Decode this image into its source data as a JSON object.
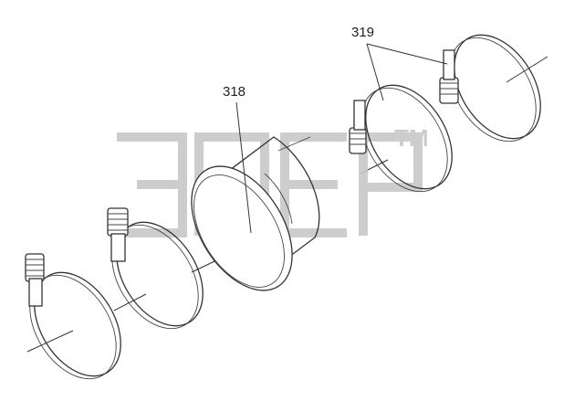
{
  "callouts": {
    "part_318": "318",
    "part_319": "319"
  },
  "watermark": {
    "text": "ЭПЕР",
    "trademark": "TM"
  },
  "colors": {
    "line": "#333333",
    "watermark": "#c8c8c8"
  }
}
